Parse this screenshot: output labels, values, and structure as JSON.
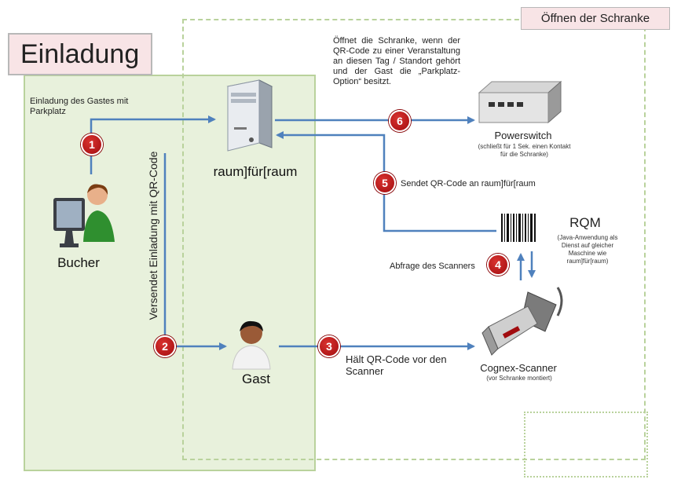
{
  "titles": {
    "einladung": "Einladung",
    "schranke": "Öffnen der Schranke"
  },
  "labels": {
    "einladung_gast": "Einladung des Gastes mit Parkplatz",
    "oeffnet": "Öffnet die Schranke, wenn der QR-Code zu einer Veranstaltung an diesen Tag / Standort gehört und der Gast die „Parkplatz-Option“ besitzt.",
    "server": "raum]für[raum",
    "bucher": "Bucher",
    "gast": "Gast",
    "powerswitch": "Powerswitch",
    "powerswitch_sub": "(schließt für 1 Sek. einen Kontakt für die Schranke)",
    "rqm": "RQM",
    "rqm_sub": "(Java-Anwendung als Dienst auf gleicher Maschine wie raum]für[raum)",
    "abfrage": "Abfrage des Scanners",
    "sendet": "Sendet QR-Code an raum]für[raum",
    "haelt": "Hält QR-Code vor den Scanner",
    "cognex": "Cognex-Scanner",
    "cognex_sub": "(vor Schranke montiert)",
    "versendet": "Versendet Einladung mit QR-Code"
  },
  "steps": [
    "1",
    "2",
    "3",
    "4",
    "5",
    "6"
  ],
  "colors": {
    "region_fill": "#e8f1dc",
    "region_border": "#b9d29c",
    "title_fill": "#f8e4e6",
    "arrow": "#4f81bd",
    "badge": "#c0181b"
  },
  "icons": {
    "server": "server-tower-icon",
    "bucher": "person-at-computer-icon",
    "gast": "guest-person-icon",
    "powerswitch": "power-switch-box-icon",
    "rqm": "barcode-icon",
    "cognex": "handheld-scanner-icon"
  }
}
